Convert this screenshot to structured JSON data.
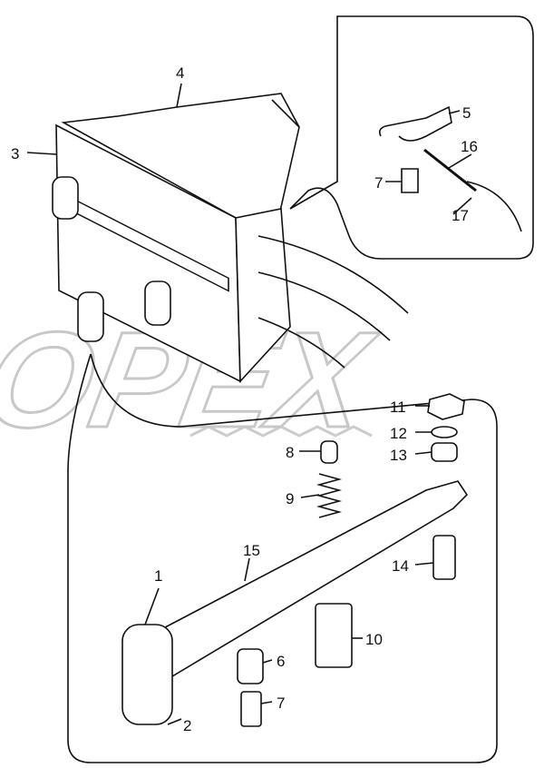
{
  "watermark": "OPEX",
  "callouts": [
    {
      "id": "1",
      "label": "1"
    },
    {
      "id": "2",
      "label": "2"
    },
    {
      "id": "3",
      "label": "3"
    },
    {
      "id": "4",
      "label": "4"
    },
    {
      "id": "5",
      "label": "5"
    },
    {
      "id": "6",
      "label": "6"
    },
    {
      "id": "7a",
      "label": "7"
    },
    {
      "id": "7b",
      "label": "7"
    },
    {
      "id": "8",
      "label": "8"
    },
    {
      "id": "9",
      "label": "9"
    },
    {
      "id": "10",
      "label": "10"
    },
    {
      "id": "11",
      "label": "11"
    },
    {
      "id": "12",
      "label": "12"
    },
    {
      "id": "13",
      "label": "13"
    },
    {
      "id": "14",
      "label": "14"
    },
    {
      "id": "15",
      "label": "15"
    },
    {
      "id": "16",
      "label": "16"
    },
    {
      "id": "17",
      "label": "17"
    }
  ]
}
